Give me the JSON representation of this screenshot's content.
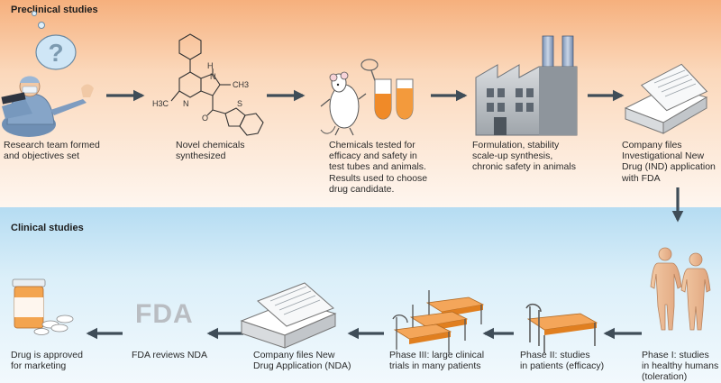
{
  "preclinical": {
    "title": "Preclinical studies",
    "steps": [
      {
        "caption": [
          "Research team formed",
          "and objectives set"
        ],
        "icon": "research-team-icon"
      },
      {
        "caption": [
          "Novel chemicals",
          "synthesized"
        ],
        "icon": "chemical-structure-icon"
      },
      {
        "caption": [
          "Chemicals tested for",
          "efficacy and safety in",
          "test tubes and animals.",
          "Results used to choose",
          "drug candidate."
        ],
        "icon": "mouse-test-tubes-icon"
      },
      {
        "caption": [
          "Formulation, stability",
          "scale-up synthesis,",
          "chronic safety in animals"
        ],
        "icon": "factory-icon"
      },
      {
        "caption": [
          "Company files",
          "Investigational New",
          "Drug (IND) application",
          "with FDA"
        ],
        "icon": "document-box-icon"
      }
    ]
  },
  "clinical": {
    "title": "Clinical studies",
    "steps": [
      {
        "caption": [
          "Phase I: studies",
          "in healthy humans",
          "(toleration)"
        ],
        "icon": "human-figures-icon"
      },
      {
        "caption": [
          "Phase II: studies",
          "in patients (efficacy)"
        ],
        "icon": "hospital-bed-icon"
      },
      {
        "caption": [
          "Phase III: large clinical",
          "trials in many patients"
        ],
        "icon": "hospital-beds-icon"
      },
      {
        "caption": [
          "Company files New",
          "Drug Application (NDA)"
        ],
        "icon": "document-box-icon"
      },
      {
        "caption": [
          "FDA reviews NDA"
        ],
        "icon": "fda-icon"
      },
      {
        "caption": [
          "Drug is approved",
          "for marketing"
        ],
        "icon": "pill-bottle-icon"
      }
    ]
  },
  "molecule_labels": {
    "nh": "H",
    "n1": "N",
    "n2": "N",
    "ch3a": "CH3",
    "ch3b": "H3C",
    "o": "O",
    "s": "S"
  },
  "fda_label": "FDA",
  "question_mark": "?",
  "colors": {
    "preclinical_bg_top": "#f7b98a",
    "preclinical_bg_bottom": "#fdf1e6",
    "clinical_bg_top": "#bfe2f5",
    "clinical_bg_bottom": "#eef8fd",
    "arrow": "#3f4d58",
    "orange": "#f08a28"
  }
}
